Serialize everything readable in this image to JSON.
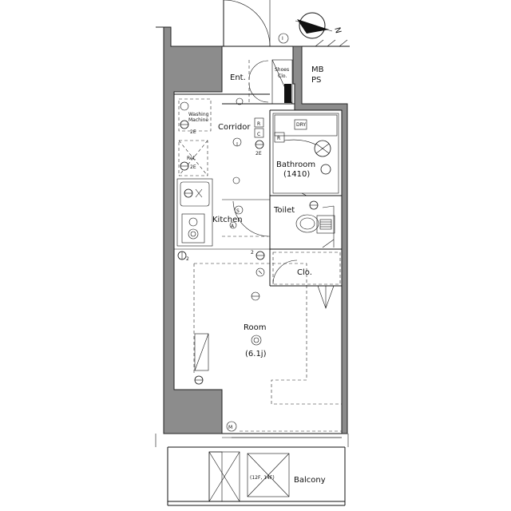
{
  "compass": {
    "label": "N"
  },
  "rooms": {
    "entrance": "Ent.",
    "shoes_closet_line1": "Shoes",
    "shoes_closet_line2": "Clo.",
    "mb_ps_line1": "MB",
    "mb_ps_line2": "PS",
    "washing_machine_line1": "Washing",
    "washing_machine_line2": "Machine",
    "washer_tag": "2E",
    "refrigerator": "Ref.",
    "fridge_tag": "2E",
    "corridor": "Corridor",
    "dry_tag": "DRY",
    "bathroom": "Bathroom",
    "bathroom_size": "(1410)",
    "toilet": "Toilet",
    "kitchen": "Kitchen",
    "closet": "Clo.",
    "room": "Room",
    "room_size": "(6.1j)",
    "balcony": "Balcony",
    "balcony_floors": "(12F, 14F)"
  },
  "symbols": {
    "interphone": "I",
    "breaker_r1": "R",
    "breaker_c": "C",
    "breaker_r2": "R",
    "corridor_tag": "2E",
    "smoke": "S",
    "kitchen_a": "A",
    "meter": "M",
    "outlet_2a": "2",
    "outlet_2b": "2"
  }
}
